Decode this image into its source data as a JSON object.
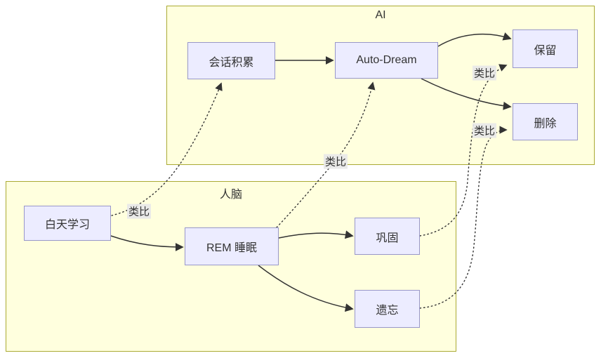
{
  "diagram": {
    "containers": [
      {
        "id": "ai",
        "title": "AI"
      },
      {
        "id": "brain",
        "title": "人脑"
      }
    ],
    "nodes": [
      {
        "id": "session",
        "label": "会话积累",
        "container": "ai"
      },
      {
        "id": "autodream",
        "label": "Auto-Dream",
        "container": "ai"
      },
      {
        "id": "keep",
        "label": "保留",
        "container": "ai"
      },
      {
        "id": "delete",
        "label": "删除",
        "container": "ai"
      },
      {
        "id": "daylearn",
        "label": "白天学习",
        "container": "brain"
      },
      {
        "id": "rem",
        "label": "REM 睡眠",
        "container": "brain"
      },
      {
        "id": "consolidate",
        "label": "巩固",
        "container": "brain"
      },
      {
        "id": "forget",
        "label": "遗忘",
        "container": "brain"
      }
    ],
    "edges": [
      {
        "from": "会话积累",
        "to": "Auto-Dream",
        "style": "solid",
        "label": ""
      },
      {
        "from": "Auto-Dream",
        "to": "保留",
        "style": "solid",
        "label": ""
      },
      {
        "from": "Auto-Dream",
        "to": "删除",
        "style": "solid",
        "label": ""
      },
      {
        "from": "白天学习",
        "to": "REM 睡眠",
        "style": "solid",
        "label": ""
      },
      {
        "from": "REM 睡眠",
        "to": "巩固",
        "style": "solid",
        "label": ""
      },
      {
        "from": "REM 睡眠",
        "to": "遗忘",
        "style": "solid",
        "label": ""
      },
      {
        "from": "白天学习",
        "to": "会话积累",
        "style": "dotted",
        "label": "类比"
      },
      {
        "from": "REM 睡眠",
        "to": "Auto-Dream",
        "style": "dotted",
        "label": "类比"
      },
      {
        "from": "巩固",
        "to": "保留",
        "style": "dotted",
        "label": "类比"
      },
      {
        "from": "遗忘",
        "to": "删除",
        "style": "dotted",
        "label": "类比"
      }
    ],
    "colors": {
      "node_fill": "#ECECFF",
      "node_border": "#9897c9",
      "container_fill": "#ffffde",
      "container_border": "#aaaa33",
      "edge_stroke": "#333333",
      "edge_label_bg": "#e8e8e8",
      "text": "#333333"
    }
  }
}
